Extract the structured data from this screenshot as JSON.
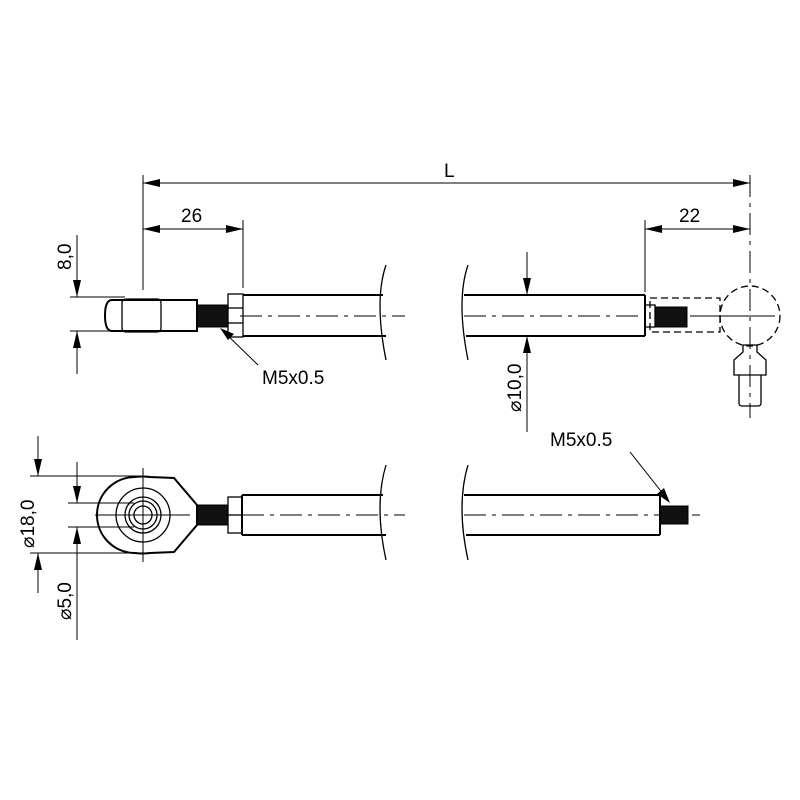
{
  "drawing": {
    "dimensions": {
      "overall_length": "L",
      "left_offset": "26",
      "right_offset": "22",
      "fork_width": "8,0",
      "rod_diameter": "⌀10,0",
      "eye_outer_diameter": "⌀18,0",
      "eye_bore_diameter": "⌀5,0"
    },
    "thread_callouts": {
      "top_left": "M5x0.5",
      "bottom_right": "M5x0.5"
    },
    "colors": {
      "line": "#000000",
      "background": "#ffffff"
    }
  }
}
